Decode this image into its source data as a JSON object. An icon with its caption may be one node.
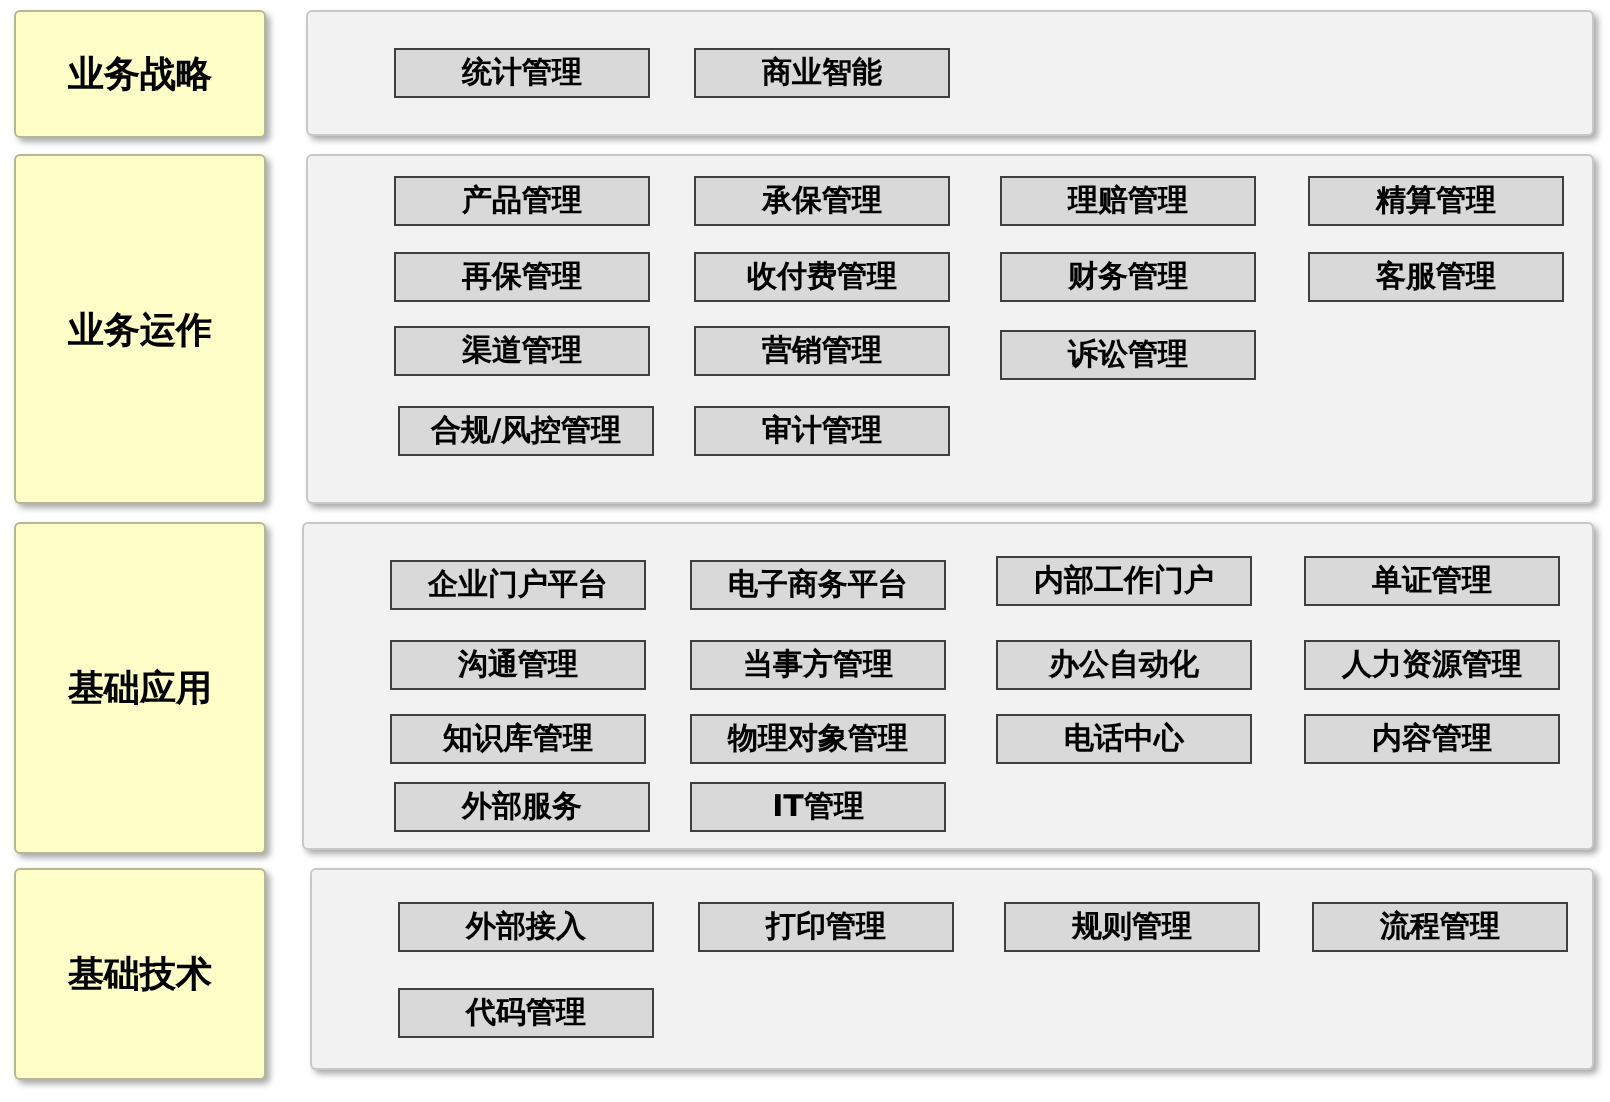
{
  "diagram": {
    "nodes": [
      {
        "text": [
          "业务战略"
        ]
      },
      {
        "text": [],
        "shape": "box"
      },
      {
        "text": [
          "统计管理"
        ],
        "in": 1
      },
      {
        "text": [
          "商业智能"
        ],
        "in": 1
      },
      {
        "text": [
          "业务运作"
        ]
      },
      {
        "text": [],
        "shape": "box"
      },
      {
        "text": [
          "产品管理"
        ],
        "in": 5
      },
      {
        "text": [
          "承保管理"
        ],
        "in": 5
      },
      {
        "text": [
          "理赔管理"
        ],
        "in": 5
      },
      {
        "text": [
          "精算管理"
        ],
        "in": 5
      },
      {
        "text": [
          "再保管理"
        ],
        "in": 5
      },
      {
        "text": [
          "收付费管理"
        ],
        "in": 5
      },
      {
        "text": [
          "财务管理"
        ],
        "in": 5
      },
      {
        "text": [
          "客服管理"
        ],
        "in": 5
      },
      {
        "text": [
          "渠道管理"
        ],
        "in": 5
      },
      {
        "text": [
          "营销管理"
        ],
        "in": 5
      },
      {
        "text": [
          "诉讼管理"
        ],
        "in": 5
      },
      {
        "text": [
          "合规/风控管理"
        ],
        "in": 5
      },
      {
        "text": [
          "审计管理"
        ],
        "in": 5
      },
      {
        "text": [
          "基础应用"
        ]
      },
      {
        "text": [],
        "shape": "box"
      },
      {
        "text": [
          "企业门户平台"
        ],
        "in": 20
      },
      {
        "text": [
          "电子商务平台"
        ],
        "in": 20
      },
      {
        "text": [
          "内部工作门户"
        ],
        "in": 20
      },
      {
        "text": [
          "单证管理"
        ],
        "in": 20
      },
      {
        "text": [
          "沟通管理"
        ],
        "in": 20
      },
      {
        "text": [
          "当事方管理"
        ],
        "in": 20
      },
      {
        "text": [
          "办公自动化"
        ],
        "in": 20
      },
      {
        "text": [
          "人力资源管理"
        ],
        "in": 20
      },
      {
        "text": [
          "知识库管理"
        ],
        "in": 20
      },
      {
        "text": [
          "物理对象管理"
        ],
        "in": 20
      },
      {
        "text": [
          "电话中心"
        ],
        "in": 20
      },
      {
        "text": [
          "内容管理"
        ],
        "in": 20
      },
      {
        "text": [
          "外部服务"
        ],
        "in": 20
      },
      {
        "text": [
          "IT管理"
        ],
        "in": 20
      },
      {
        "text": [
          "基础技术"
        ]
      },
      {
        "text": [],
        "shape": "box"
      },
      {
        "text": [
          "外部接入"
        ],
        "in": 36
      },
      {
        "text": [
          "打印管理"
        ],
        "in": 36
      },
      {
        "text": [
          "规则管理"
        ],
        "in": 36
      },
      {
        "text": [
          "流程管理"
        ],
        "in": 36
      },
      {
        "text": [
          "代码管理"
        ],
        "in": 36
      }
    ]
  }
}
